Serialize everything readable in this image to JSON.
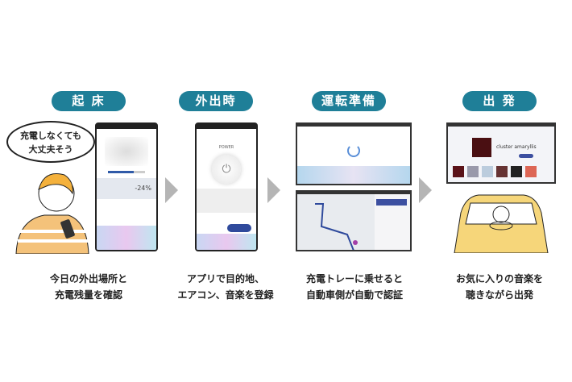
{
  "steps": [
    {
      "title": "起 床",
      "caption": "今日の外出場所と\n充電残量を確認"
    },
    {
      "title": "外出時",
      "caption": "アプリで目的地、\nエアコン、音楽を登録"
    },
    {
      "title": "運転準備",
      "caption": "充電トレーに乗せると\n自動車側が自動で認証"
    },
    {
      "title": "出 発",
      "caption": "お気に入りの音楽を\n聴きながら出発"
    }
  ],
  "bubble": "充電しなくても\n大丈夫そう",
  "phone1": {
    "battery_change": "-24%"
  },
  "phone2": {
    "power_label": "POWER"
  },
  "music": {
    "album_title": "cluster amaryllis"
  },
  "colors": {
    "accent": "#1f7f98",
    "arrow": "#b5b5b5"
  }
}
